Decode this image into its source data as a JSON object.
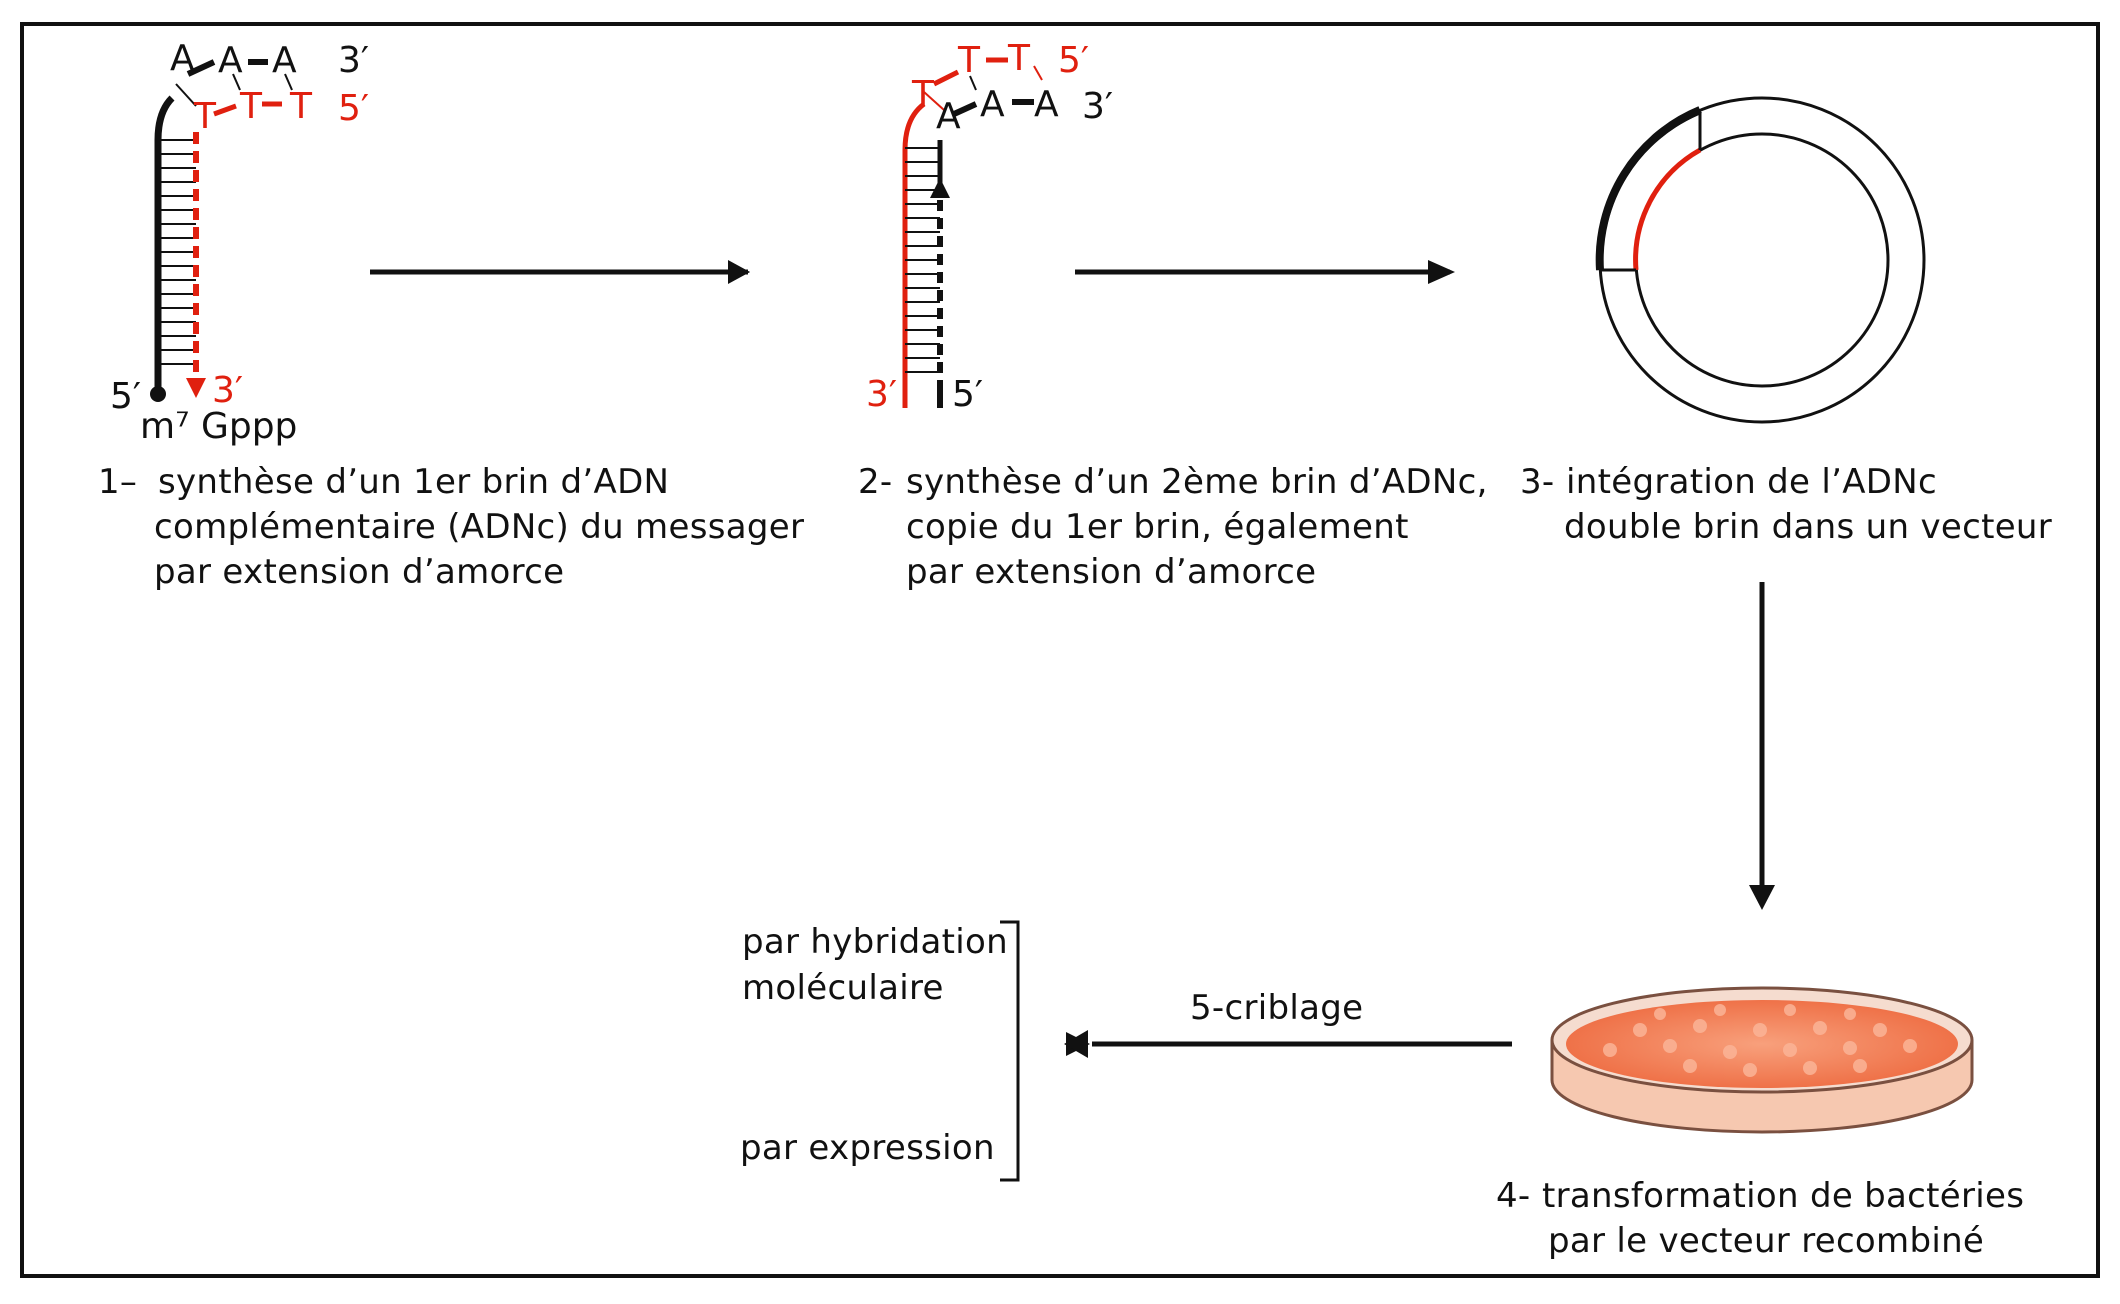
{
  "step1": {
    "number": "1–",
    "lines": [
      "synthèse d’un 1er brin d’ADN",
      "complémentaire (ADNc) du messager",
      "par extension d’amorce"
    ],
    "bases_top": [
      "A",
      "A",
      "A"
    ],
    "bases_primer": [
      "T",
      "T",
      "T"
    ],
    "end_top_black": "3′",
    "end_top_red": "5′",
    "end_bottom_black": "5′",
    "end_bottom_red": "3′",
    "cap_label": "m⁷ Gppp"
  },
  "step2": {
    "number": "2-",
    "lines": [
      "synthèse d’un 2ème brin d’ADNc,",
      "copie du 1er brin, également",
      "par extension d’amorce"
    ],
    "bases_primer": [
      "T",
      "T",
      "T"
    ],
    "bases_top": [
      "A",
      "A",
      "A"
    ],
    "end_top_red": "5′",
    "end_top_black": "3′",
    "end_bottom_red": "3′",
    "end_bottom_black": "5′"
  },
  "step3": {
    "number": "3-",
    "lines": [
      "intégration de l’ADNc",
      "double brin dans un vecteur"
    ]
  },
  "step4": {
    "number": "4-",
    "lines": [
      "transformation de bactéries",
      "par le vecteur recombiné"
    ]
  },
  "step5": {
    "label": "5-criblage",
    "methods": [
      "par hybridation",
      "moléculaire",
      "par expression"
    ]
  },
  "colors": {
    "red": "#e0200f",
    "black": "#111111",
    "colony": "#f07a50"
  }
}
